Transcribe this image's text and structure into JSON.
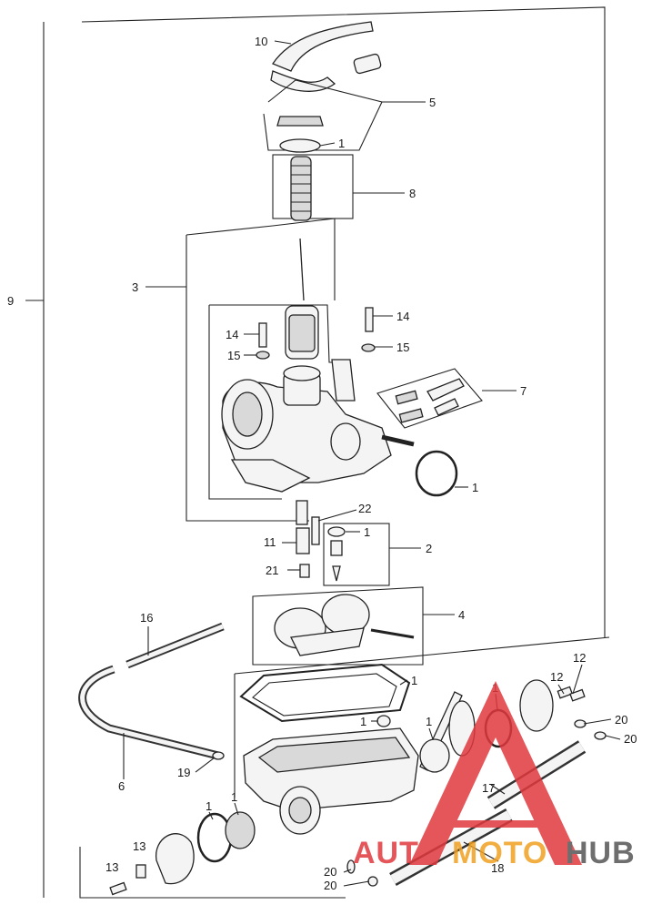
{
  "diagram": {
    "callouts": [
      "10",
      "5",
      "1",
      "8",
      "3",
      "9",
      "14",
      "15",
      "14",
      "15",
      "7",
      "1",
      "22",
      "11",
      "1",
      "2",
      "21",
      "4",
      "16",
      "1",
      "12",
      "12",
      "1",
      "1",
      "1",
      "20",
      "20",
      "19",
      "6",
      "17",
      "1",
      "1",
      "13",
      "13",
      "18",
      "20",
      "20"
    ]
  },
  "watermark": {
    "word_a": "AUTO",
    "word_b": "MOTO",
    "word_c": "HUB",
    "color_red": "#e0393e",
    "color_orange": "#f0a020",
    "color_dark": "#555555"
  }
}
